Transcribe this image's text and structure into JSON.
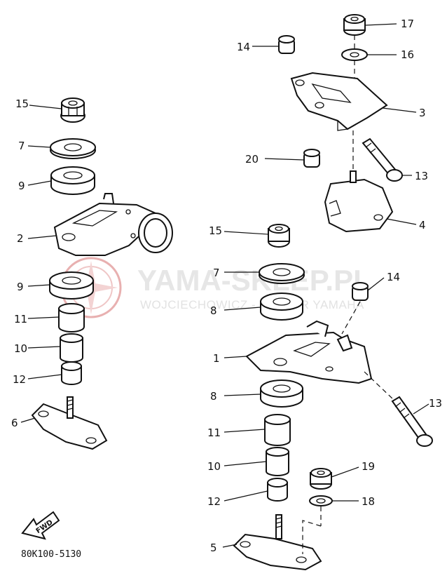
{
  "diagram_code": "80K100-5130",
  "fwd_label": "FWD",
  "watermark": {
    "brand": "YAMA-SKLEP.PL",
    "tagline": "WOJCIECHOWICZ - DEALER YAMAHA",
    "logo_color": "#e8b0b0"
  },
  "callouts": {
    "left_15": "15",
    "left_7": "7",
    "left_9_top": "9",
    "left_2": "2",
    "left_9_bottom": "9",
    "left_11": "11",
    "left_10": "10",
    "left_12": "12",
    "left_6": "6",
    "right_17": "17",
    "right_14_top": "14",
    "right_16": "16",
    "right_3": "3",
    "right_20": "20",
    "right_13_top": "13",
    "right_4": "4",
    "right_15": "15",
    "right_7": "7",
    "right_14_mid": "14",
    "right_8_top": "8",
    "right_1": "1",
    "right_8_bottom": "8",
    "right_13_bottom": "13",
    "right_11": "11",
    "right_10": "10",
    "right_19": "19",
    "right_12": "12",
    "right_18": "18",
    "right_5": "5"
  }
}
